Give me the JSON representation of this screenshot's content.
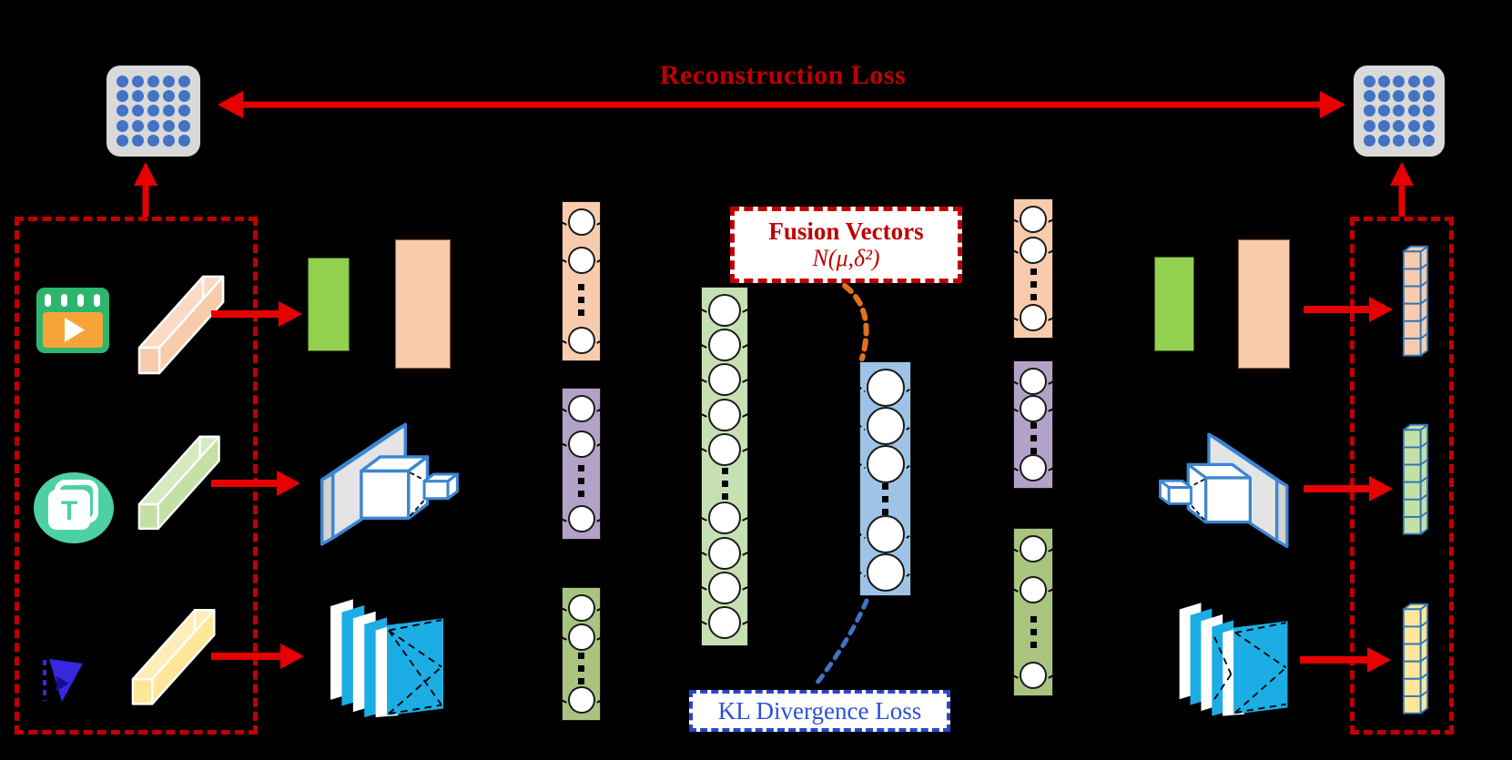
{
  "labels": {
    "reconstruction_loss": "Reconstruction Loss",
    "fusion_vectors_title": "Fusion Vectors",
    "fusion_vectors_formula": "N(μ,δ²)",
    "kl_divergence": "KL Divergence Loss",
    "text_icon_letter": "T"
  },
  "colors": {
    "accent_red": "#c00000",
    "arrow_red": "#e60000",
    "kl_blue": "#2d50d3",
    "kl_border": "#2746c9",
    "dot_blue": "#4472c4",
    "peach": "#f8cbad",
    "purple": "#b3a2c7",
    "olive": "#a9c47f",
    "fusion_green": "#c6e0b4",
    "latent_blue": "#9dc3e6",
    "encoder_green": "#92d050",
    "cyan": "#1cade4",
    "stack_outline": "#2e75b6",
    "bar_green": "#c5e0a5",
    "bar_yellow": "#ffe699",
    "icon_green": "#2db56e",
    "icon_orange": "#f6a437",
    "icon_teal": "#4ed0a6",
    "icon_navy": "#3728dd",
    "connector_orange": "#e2711d",
    "panel_blue": "#3b86d2"
  },
  "structure": {
    "modalities": 3,
    "encoder_layers_pattern": "2 neurons … 1 neuron",
    "fusion_layer_pattern": "5 neurons … 4 neurons",
    "latent_layer_pattern": "3 neurons … 2 neurons"
  }
}
